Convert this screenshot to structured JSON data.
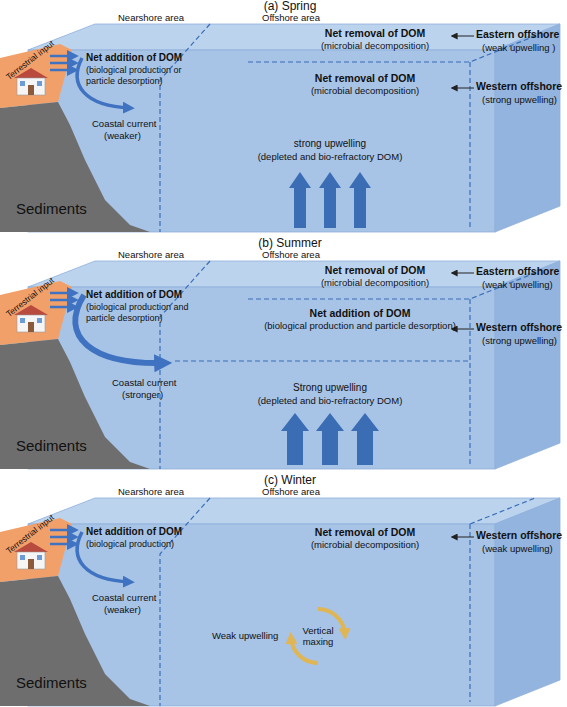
{
  "diagram": {
    "nodes": [
      {
        "text": [
          "(a) Spring"
        ]
      },
      {
        "text": [
          "Net removal of DOM",
          "(microbial decomposition)"
        ],
        "in": 0
      },
      {
        "text": [
          "Net removal of DOM",
          "(microbial decomposition)"
        ],
        "in": 0
      },
      {
        "text": [
          "(b) Summer"
        ]
      },
      {
        "text": [
          "Net removal of DOM",
          "(microbial decomposition)"
        ],
        "in": 3
      },
      {
        "text": [
          "Net addition of DOM",
          "(biological production and particle desorption)"
        ],
        "in": 3
      },
      {
        "text": [
          "(c) Winter"
        ]
      },
      {
        "text": [
          "Net removal of DOM",
          "(microbial decomposition)"
        ],
        "in": 6
      }
    ],
    "labels": [
      "Nearshore area",
      "Offshore area",
      "Terrestrial input",
      "Net addition of DOM",
      "(biological production or particle desorption)",
      "Coastal current",
      "(weaker)",
      "Eastern offshore",
      "(weak upwelling )",
      "Western offshore",
      "(strong upwelling)",
      "strong upwelling",
      "(depleted and bio-refractory DOM)",
      "Sediments",
      "Nearshore area",
      "Offshore area",
      "Terrestrial input",
      "Net addition of DOM",
      "(biological production and particle desorption)",
      "Coastal current",
      "(stronger)",
      "Eastern offshore",
      "(weak upwelling)",
      "Western offshore",
      "(strong upwelling)",
      "Strong upwelling",
      "(depleted and bio-refractory DOM)",
      "Sediments",
      "Nearshore area",
      "Offshore area",
      "Terrestrial input",
      "Net addition of DOM",
      "(biological production)",
      "Coastal current",
      "(weaker)",
      "Western offshore",
      "(weak upwelling)",
      "Weak upwelling",
      "Vertical maxing",
      "Sediments"
    ]
  }
}
